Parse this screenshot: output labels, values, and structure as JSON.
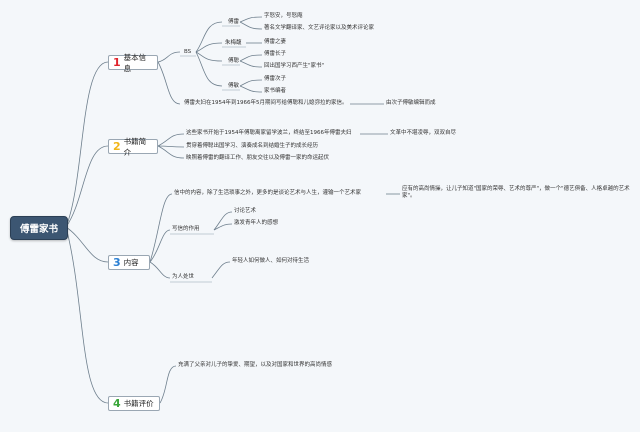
{
  "root": {
    "label": "傅雷家书"
  },
  "colors": {
    "root_bg": "#3c5672",
    "line": "#6e7f8d",
    "num1": "#e0242c",
    "num2": "#f2b619",
    "num3": "#2a7fd3",
    "num4": "#3aa63a"
  },
  "branches": {
    "basic": {
      "num": "1",
      "label": "基本信息",
      "people_label": "BS",
      "fulei": {
        "label": "傅雷",
        "items": [
          "字怒安，号怒庵",
          "著名文学翻译家、文艺评论家以及美术评论家"
        ]
      },
      "zhumeifu": {
        "label": "朱梅馥",
        "items": [
          "傅雷之妻"
        ]
      },
      "fucong": {
        "label": "傅聪",
        "items": [
          "傅雷长子",
          "回出国学习西产生\"家书\""
        ]
      },
      "fumin": {
        "label": "傅敏",
        "items": [
          "傅雷次子",
          "家书编者"
        ]
      },
      "letters": "傅雷夫妇在1954年到1966年5月期间写给傅聪和儿媳弥拉的家信。",
      "compiled": "由次子傅敏编辑而成"
    },
    "intro": {
      "num": "2",
      "label": "书籍简介",
      "items": [
        "这些家书开始于1954年傅聪离家留学波兰，终结至1966年傅雷夫妇",
        "贯穿着傅聪出国学习、演奏成名到结婚生子的成长经历",
        "映照着傅雷的翻译工作、朋友交往以及傅雷一家的命运起伏"
      ],
      "side_note": "文革中不堪凌辱，双双自尽"
    },
    "content": {
      "num": "3",
      "label": "内容",
      "main_text": "信中的内容，除了生活琐事之外，更多的是谈论艺术与人生，灌输一个艺术家",
      "side_note": "应有的高尚情操，让儿子知道\"国家的荣辱、艺术的尊严\"，做一个\"德艺俱备、人格卓越的艺术家\"。",
      "purpose_label": "写信的作用",
      "purpose_items": [
        "讨论艺术",
        "激发青年人的感想"
      ],
      "conduct_label": "为人处世",
      "conduct_items": [
        "年轻人如何做人、如何对待生活"
      ]
    },
    "review": {
      "num": "4",
      "label": "书籍评价",
      "items": [
        "充满了父亲对儿子的挚爱、期望，以及对国家和世界的高尚情感"
      ]
    }
  }
}
